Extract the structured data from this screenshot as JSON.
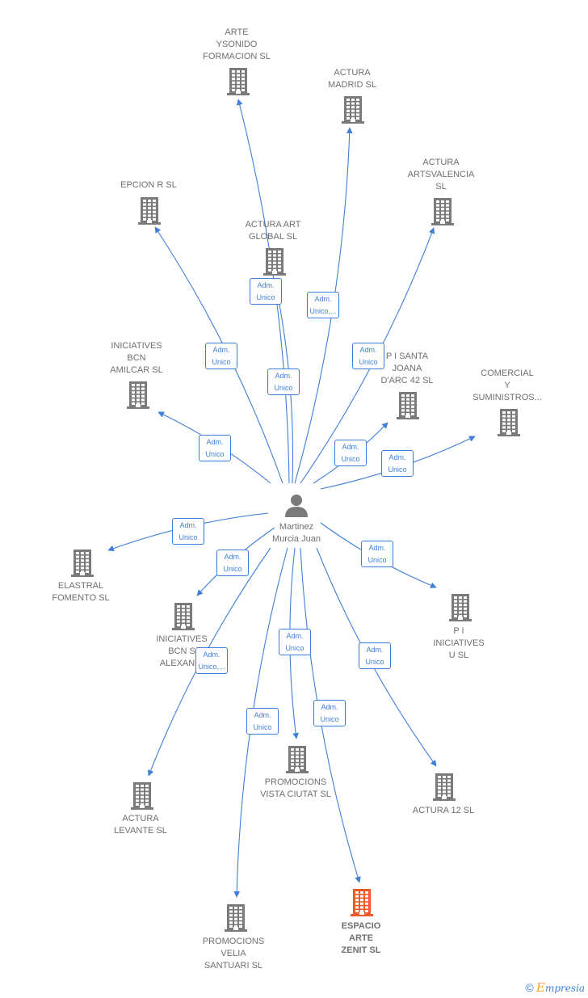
{
  "center": {
    "name": "Martinez\nMurcia Juan"
  },
  "colors": {
    "edge": "#3f7fd8",
    "building": "#7a7a7a",
    "highlight": "#f05a28"
  },
  "companies": [
    {
      "id": "arte-ysonido",
      "label": "ARTE\nYSONIDO\nFORMACION  SL"
    },
    {
      "id": "actura-madrid",
      "label": "ACTURA\nMADRID  SL"
    },
    {
      "id": "actura-artsvalencia",
      "label": "ACTURA\nARTSVALENCIA\nSL"
    },
    {
      "id": "epcion-r",
      "label": "EPCION R SL"
    },
    {
      "id": "actura-art-global",
      "label": "ACTURA ART\nGLOBAL  SL"
    },
    {
      "id": "iniciatives-bcn-amilcar",
      "label": "INICIATIVES\nBCN\nAMILCAR SL"
    },
    {
      "id": "pi-santa-joana",
      "label": "P I SANTA\nJOANA\nD'ARC 42 SL"
    },
    {
      "id": "comercial-suministros",
      "label": "COMERCIAL\nY\nSUMINISTROS..."
    },
    {
      "id": "elastral-fomento",
      "label": "ELASTRAL\nFOMENTO SL"
    },
    {
      "id": "iniciatives-bcn-alexandria",
      "label": "INICIATIVES\nBCN S\nALEXANDI"
    },
    {
      "id": "pi-iniciatives-u",
      "label": "P I\nINICIATIVES\nU SL"
    },
    {
      "id": "actura-levante",
      "label": "ACTURA\nLEVANTE  SL"
    },
    {
      "id": "promocions-vista-ciutat",
      "label": "PROMOCIONS\nVISTA CIUTAT SL"
    },
    {
      "id": "actura-12",
      "label": "ACTURA 12 SL"
    },
    {
      "id": "promocions-velia",
      "label": "PROMOCIONS\nVELIA\nSANTUARI SL"
    },
    {
      "id": "espacio-arte-zenit",
      "label": "ESPACIO\nARTE\nZENIT  SL",
      "highlight": true
    }
  ],
  "roles": [
    {
      "target": "arte-ysonido",
      "label": "Adm.\nUnico"
    },
    {
      "target": "actura-madrid",
      "label": "Adm.\nUnico,..."
    },
    {
      "target": "actura-artsvalencia",
      "label": "Adm.\nUnico"
    },
    {
      "target": "epcion-r",
      "label": "Adm.\nUnico"
    },
    {
      "target": "actura-art-global",
      "label": "Adm.\nUnico"
    },
    {
      "target": "iniciatives-bcn-amilcar",
      "label": "Adm.\nUnico"
    },
    {
      "target": "pi-santa-joana",
      "label": "Adm.\nUnico"
    },
    {
      "target": "comercial-suministros",
      "label": "Adm.\nUnico"
    },
    {
      "target": "elastral-fomento",
      "label": "Adm.\nUnico"
    },
    {
      "target": "iniciatives-bcn-alexandria",
      "label": "Adm.\nUnico"
    },
    {
      "target": "pi-iniciatives-u",
      "label": "Adm.\nUnico"
    },
    {
      "target": "actura-levante",
      "label": "Adm.\nUnico,..."
    },
    {
      "target": "promocions-vista-ciutat",
      "label": "Adm.\nUnico"
    },
    {
      "target": "actura-12",
      "label": "Adm.\nUnico"
    },
    {
      "target": "promocions-velia",
      "label": "Adm.\nUnico"
    },
    {
      "target": "espacio-arte-zenit",
      "label": "Adm.\nUnico"
    }
  ],
  "footer": {
    "copyright": "©",
    "brand_initial": "E",
    "brand_rest": "mpresia"
  }
}
